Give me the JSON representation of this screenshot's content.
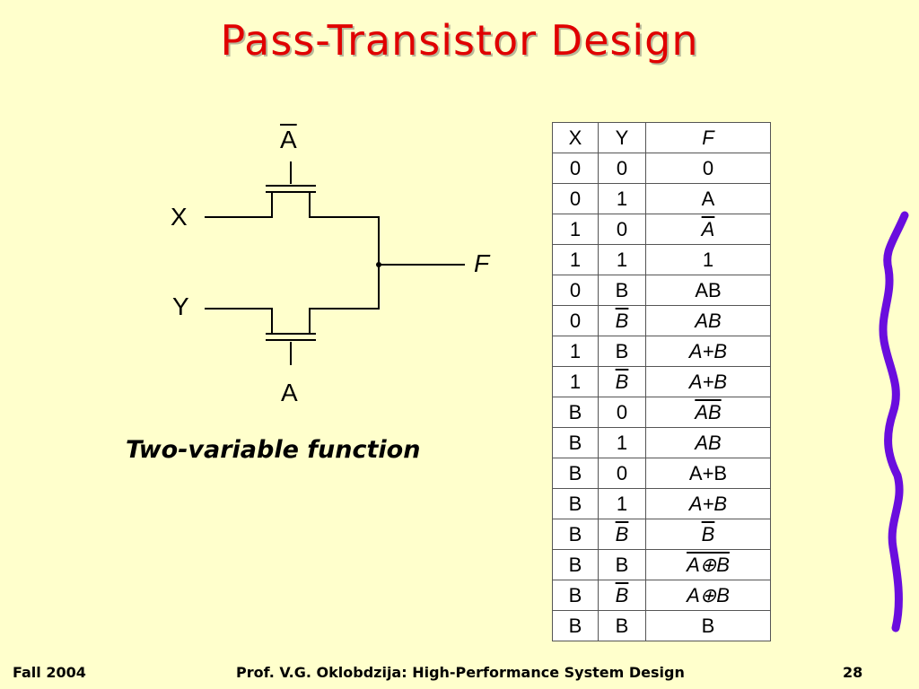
{
  "title": "Pass-Transistor Design",
  "circuit": {
    "top_gate": "A",
    "input_x": "X",
    "input_y": "Y",
    "output": "F",
    "bottom_gate": "A"
  },
  "subtitle": "Two-variable function",
  "table": {
    "headers": [
      "X",
      "Y",
      "F"
    ],
    "rows": [
      [
        "0",
        "0",
        "0"
      ],
      [
        "0",
        "1",
        "A"
      ],
      [
        "1",
        "0",
        "A"
      ],
      [
        "1",
        "1",
        "1"
      ],
      [
        "0",
        "B",
        "AB"
      ],
      [
        "0",
        "B",
        "AB"
      ],
      [
        "1",
        "B",
        "A+B"
      ],
      [
        "1",
        "B",
        "A+B"
      ],
      [
        "B",
        "0",
        "AB"
      ],
      [
        "B",
        "1",
        "AB"
      ],
      [
        "B",
        "0",
        "A+B"
      ],
      [
        "B",
        "1",
        "A+B"
      ],
      [
        "B",
        "B",
        "B"
      ],
      [
        "B",
        "B",
        "A⊕B"
      ],
      [
        "B",
        "B",
        "A⊕B"
      ],
      [
        "B",
        "B",
        "B"
      ]
    ]
  },
  "footer": {
    "left": "Fall 2004",
    "center": "Prof. V.G. Oklobdzija: High-Performance System Design",
    "right": "28"
  },
  "colors": {
    "background": "#ffffcc",
    "title": "#e00000",
    "decoration": "#6a0dde"
  }
}
